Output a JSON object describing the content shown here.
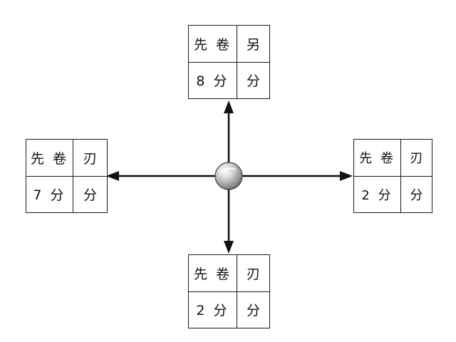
{
  "tables": {
    "top": {
      "row1": [
        "先 卷",
        "另"
      ],
      "row2": [
        "8 分",
        "分"
      ]
    },
    "left": {
      "row1": [
        "先 卷",
        "刃"
      ],
      "row2": [
        "7 分",
        "分"
      ]
    },
    "right": {
      "row1": [
        "先 卷",
        "刃"
      ],
      "row2": [
        "2 分",
        "分"
      ]
    },
    "bottom": {
      "row1": [
        "先 卷",
        "刃"
      ],
      "row2": [
        "2 分",
        "分"
      ]
    }
  },
  "colors": {
    "line": "#111111",
    "ball": "#9a9a9a"
  }
}
